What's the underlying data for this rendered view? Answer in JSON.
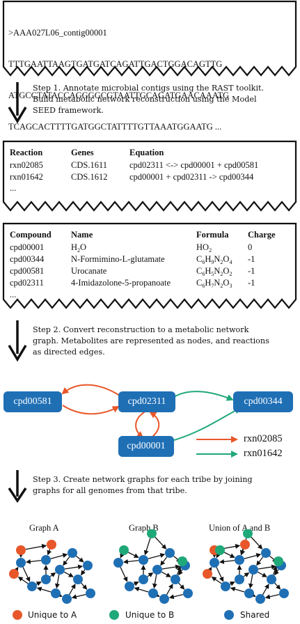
{
  "fasta": {
    "header": ">AAA027L06_contig00001",
    "line1": "TTTGAATTAAGTGATGATCAGATTGACTGGACAGTTG",
    "line2": "ATGCCTATACCAGGGGCGTAATTGCAGATGAACAAATG",
    "line3": "TCAGCACTTTTGATGGCTATTTTGTTAAATGGAATG ..."
  },
  "step1": {
    "line1": "Step 1. Annotate microbial contigs using the RAST toolkit.",
    "line2": "Build metabolic network reconstruction using the Model",
    "line3": "SEED framework."
  },
  "reactions": {
    "headers": [
      "Reaction",
      "Genes",
      "Equation"
    ],
    "rows": [
      [
        "rxn02085",
        "CDS.1611",
        "cpd02311 <-> cpd00001 + cpd00581"
      ],
      [
        "rxn01642",
        "CDS.1612",
        "cpd00001 + cpd02311 -> cpd00344"
      ]
    ],
    "ellipsis": "..."
  },
  "compounds": {
    "headers": [
      "Compound",
      "Name",
      "Formula",
      "Charge"
    ],
    "rows": [
      {
        "id": "cpd00001",
        "name": "H2O",
        "charge": "0"
      },
      {
        "id": "cpd00344",
        "name": "N-Formimino-L-glutamate",
        "charge": "-1"
      },
      {
        "id": "cpd00581",
        "name": "Urocanate",
        "charge": "-1"
      },
      {
        "id": "cpd02311",
        "name": "4-Imidazolone-5-propanoate",
        "charge": "-1"
      }
    ],
    "formulas": [
      [
        [
          "H",
          ""
        ],
        [
          "O",
          "2"
        ]
      ],
      [
        [
          "C",
          "6"
        ],
        [
          "H",
          "9"
        ],
        [
          "N",
          "2"
        ],
        [
          "O",
          "4"
        ]
      ],
      [
        [
          "C",
          "6"
        ],
        [
          "H",
          "5"
        ],
        [
          "N",
          "2"
        ],
        [
          "O",
          "2"
        ]
      ],
      [
        [
          "C",
          "6"
        ],
        [
          "H",
          "7"
        ],
        [
          "N",
          "2"
        ],
        [
          "O",
          "3"
        ]
      ]
    ],
    "ellipsis": "..."
  },
  "step2": {
    "line1": "Step 2. Convert reconstruction to a metabolic network",
    "line2": "graph. Metabolites are represented as nodes, and reactions",
    "line3": "as directed edges."
  },
  "network": {
    "nodes": [
      "cpd00581",
      "cpd02311",
      "cpd00344",
      "cpd00001"
    ],
    "legend": [
      {
        "label": "rxn02085",
        "color": "#e8572a"
      },
      {
        "label": "rxn01642",
        "color": "#1fa878"
      }
    ]
  },
  "step3": {
    "line1": "Step 3. Create network graphs for each tribe by joining",
    "line2": "graphs for all genomes from that tribe."
  },
  "graphs": {
    "titles": [
      "Graph A",
      "Graph B",
      "Union of A and B"
    ]
  },
  "legend": [
    {
      "label": "Unique to A",
      "color": "#e8572a"
    },
    {
      "label": "Unique to  B",
      "color": "#1fa878"
    },
    {
      "label": "Shared",
      "color": "#1f6fb5"
    }
  ],
  "colors": {
    "blue": "#1f6fb5",
    "orange": "#e8572a",
    "green": "#1fa878"
  }
}
